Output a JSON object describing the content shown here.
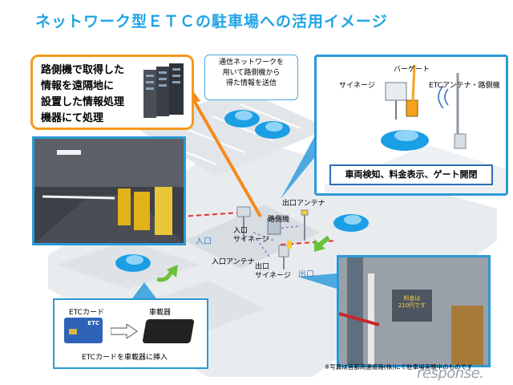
{
  "title": "ネットワーク型ＥＴＣの駐車場への活用イメージ",
  "roadside_callout": {
    "lines": [
      "路側機で取得した",
      "情報を遠隔地に",
      "設置した情報処理",
      "機器にて処理"
    ]
  },
  "network_note": {
    "lines": [
      "通信ネットワークを",
      "用いて路側機から",
      "得た情報を送信"
    ]
  },
  "gate_diagram": {
    "bar_gate_label": "バーゲート",
    "signage_label": "サイネージ",
    "antenna_label": "ETCアンテナ・路側機",
    "status_text": "車両検知、料金表示、ゲート開閉"
  },
  "map_labels": {
    "exit_antenna": "出口アンテナ",
    "roadside_unit": "路側機",
    "entrance_signage": "入口\nサイネージ",
    "entrance": "入口",
    "entrance_antenna": "入口アンテナ",
    "exit_signage": "出口\nサイネージ",
    "exit": "出口"
  },
  "etc_panel": {
    "card_label": "ETCカード",
    "device_label": "車載器",
    "caption": "ETCカードを車載器に挿入",
    "card_brand": "ETC"
  },
  "exit_photo_sign": "料金は\n210円です",
  "footnote": "※写真は首都高速道路(株)にて駐車場実験中のものです",
  "watermark": "response."
}
